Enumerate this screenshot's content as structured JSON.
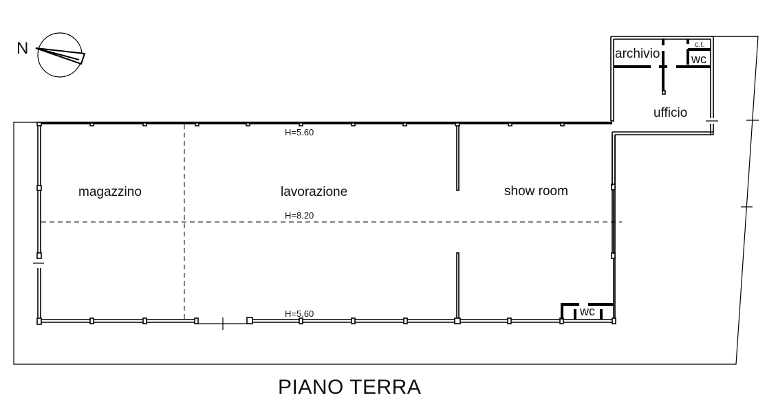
{
  "drawing": {
    "title": "PIANO TERRA",
    "north_label": "N",
    "north_icon": "north-arrow-compass"
  },
  "rooms": {
    "magazzino": "magazzino",
    "lavorazione": "lavorazione",
    "show_room": "show room",
    "archivio": "archivio",
    "ufficio": "ufficio",
    "ct": "c.t.",
    "wc_upper": "wc",
    "wc_lower": "wc"
  },
  "heights": {
    "top": "H=5.60",
    "middle": "H=8.20",
    "bottom": "H=5.60"
  }
}
